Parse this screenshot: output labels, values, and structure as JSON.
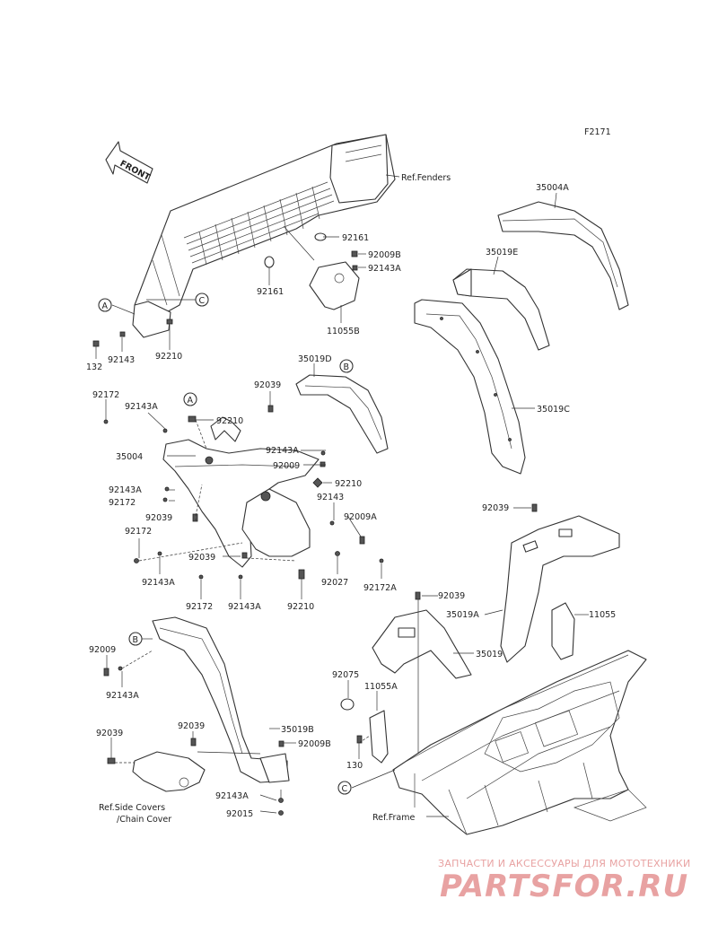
{
  "diagram_code": "F2171",
  "front_label": "FRONT",
  "refs": {
    "fenders": "Ref.Fenders",
    "frame": "Ref.Frame",
    "side_covers": "Ref.Side Covers",
    "chain_cover": "/Chain Cover"
  },
  "circle_markers": [
    "A",
    "C",
    "A",
    "B",
    "B",
    "C"
  ],
  "part_numbers": [
    "92161",
    "92009B",
    "92143A",
    "92161",
    "11055B",
    "35004A",
    "35019E",
    "132",
    "92143",
    "92210",
    "35019D",
    "92039",
    "35019C",
    "92172",
    "92143A",
    "92210",
    "35004",
    "92143A",
    "92009",
    "92210",
    "92143A",
    "92143",
    "92172",
    "92039",
    "92009A",
    "92172",
    "92039",
    "92143A",
    "92027",
    "92172A",
    "92172",
    "92143A",
    "92210",
    "92039",
    "35019A",
    "11055",
    "35019",
    "92009",
    "92143A",
    "92075",
    "11055A",
    "92039",
    "35019B",
    "92009B",
    "92039",
    "130",
    "92143A",
    "92015"
  ],
  "watermark": {
    "tagline": "ЗАПЧАСТИ И АКСЕССУАРЫ ДЛЯ МОТОТЕХНИКИ",
    "brand": "PARTSFOR.RU"
  }
}
